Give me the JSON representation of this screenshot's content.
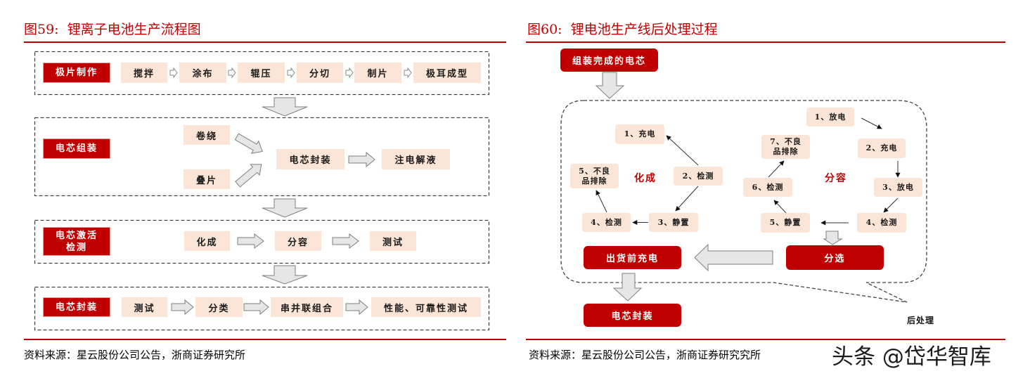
{
  "colors": {
    "accent_red": "#C00000",
    "step_fill": "#FBE5D6",
    "arrow_fill": "#E6E6E6",
    "arrow_stroke": "#7F7F7F"
  },
  "figure59": {
    "title": "图59:  锂离子电池生产流程图",
    "stages": [
      {
        "label_lines": [
          "极片制作"
        ],
        "steps": [
          "搅拌",
          "涂布",
          "辊压",
          "分切",
          "制片",
          "极耳成型"
        ]
      },
      {
        "label_lines": [
          "电芯组装"
        ],
        "inputs": [
          "卷绕",
          "叠片"
        ],
        "steps": [
          "电芯封装",
          "注电解液"
        ]
      },
      {
        "label_lines": [
          "电芯激活",
          "检测"
        ],
        "steps": [
          "化成",
          "分容",
          "测试"
        ]
      },
      {
        "label_lines": [
          "电芯封装"
        ],
        "steps": [
          "测试",
          "分类",
          "串并联组合",
          "性能、可靠性测试"
        ]
      }
    ],
    "source": "资料来源：星云股份公司公告，浙商证券研究所"
  },
  "figure60": {
    "title": "图60:  锂电池生产线后处理过程",
    "start": "组装完成的电芯",
    "formation": {
      "label": "化成",
      "steps": [
        "1、充电",
        "2、检测",
        "3、静置",
        "4、检测"
      ],
      "reject_lines": [
        "5、不良",
        "品排除"
      ]
    },
    "grading": {
      "label": "分容",
      "steps": [
        "1、放电",
        "2、充电",
        "3、放电",
        "4、检测",
        "5、静置",
        "6、检测"
      ],
      "reject_lines": [
        "7、不良",
        "品排除"
      ]
    },
    "sorting": "分选",
    "pre_shipment_charge": "出货前充电",
    "packaging": "电芯封装",
    "callout": "后处理",
    "source": "资料来源：星云股份公司公告，浙商证券研究究所"
  },
  "watermark": "头条 @岱华智库"
}
